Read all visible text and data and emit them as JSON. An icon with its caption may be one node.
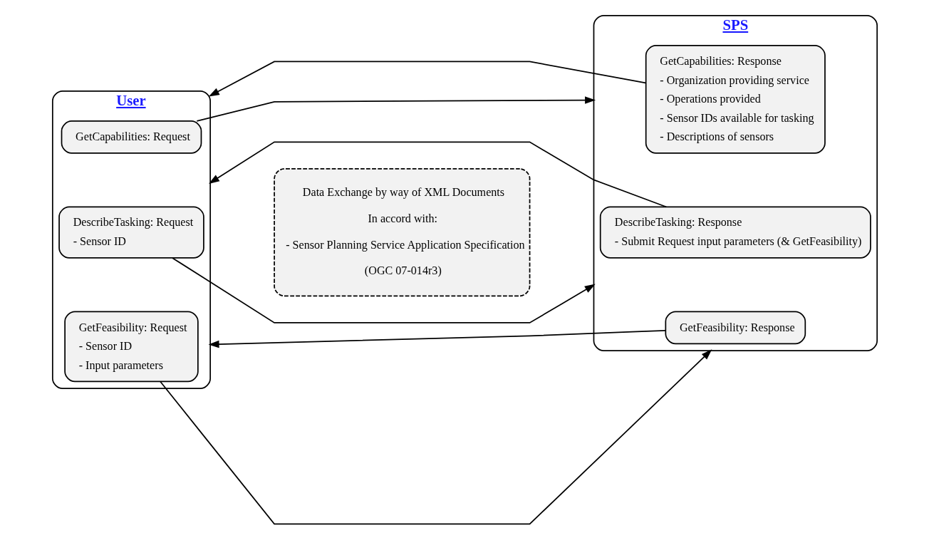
{
  "diagram": {
    "nodes": [
      {
        "text": [
          "User"
        ]
      },
      {
        "text": [
          "GetCapabilities: Request"
        ],
        "in": 0
      },
      {
        "text": [
          "DescribeTasking: Request",
          "- Sensor ID"
        ],
        "in": 0
      },
      {
        "text": [
          "GetFeasibility: Request",
          "- Sensor ID",
          "- Input parameters"
        ],
        "in": 0
      },
      {
        "text": [
          "Data Exchange by way of XML Documents",
          "In accord with:",
          "- Sensor Planning Service Application Specification",
          "(OGC 07-014r3)"
        ]
      },
      {
        "text": [
          "SPS"
        ]
      },
      {
        "text": [
          "GetCapabilities: Response",
          "- Organization providing service",
          "- Operations provided",
          "- Sensor IDs available for tasking",
          "- Descriptions of sensors"
        ],
        "in": 5
      },
      {
        "text": [
          "DescribeTasking: Response",
          "- Submit Request input parameters (& GetFeasibility)"
        ],
        "in": 5
      },
      {
        "text": [
          "GetFeasibility: Response"
        ],
        "in": 5
      }
    ],
    "edges": [
      {
        "from": 1,
        "to": 5,
        "arrow": "to"
      },
      {
        "from": 6,
        "to": 0,
        "arrow": "to"
      },
      {
        "from": 2,
        "to": 5,
        "arrow": "to"
      },
      {
        "from": 7,
        "to": 0,
        "arrow": "to"
      },
      {
        "from": 3,
        "to": 5,
        "arrow": "to"
      },
      {
        "from": 8,
        "to": 0,
        "arrow": "to"
      }
    ]
  }
}
